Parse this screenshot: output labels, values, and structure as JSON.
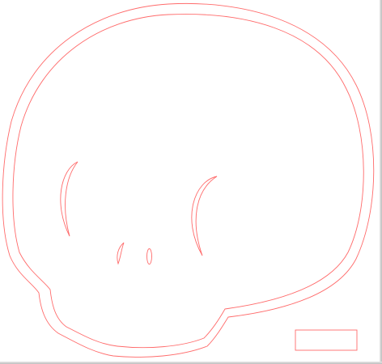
{
  "canvas": {
    "background_color": "#ffffff",
    "stroke_color": "#ff6b6b",
    "frame_shadow_color": "#bdbdbd"
  },
  "drawing": {
    "subject": "skull-outline-cut-path",
    "parts": [
      "outer-outline",
      "inner-outline",
      "left-eye",
      "right-eye",
      "left-nostril",
      "right-nostril",
      "label-box"
    ]
  }
}
